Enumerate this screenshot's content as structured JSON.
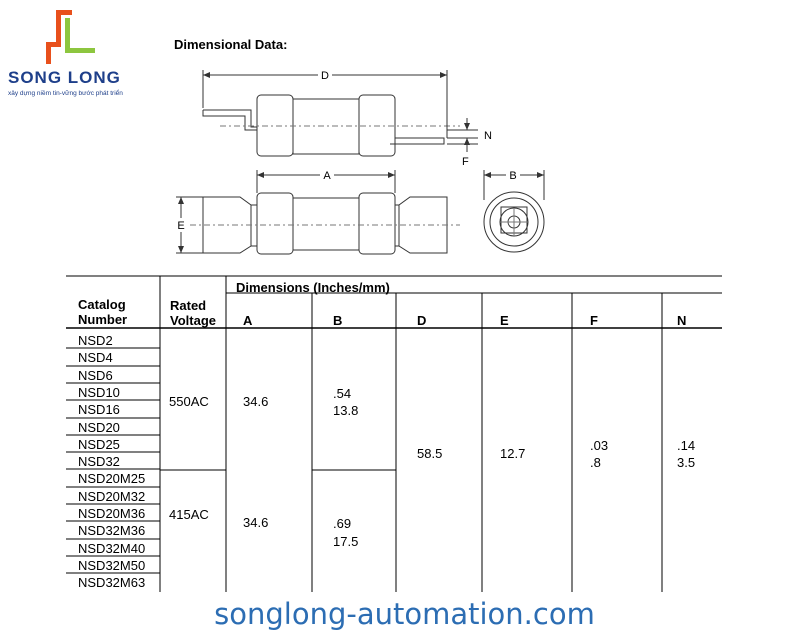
{
  "logo": {
    "brand": "SONG LONG",
    "tagline": "xây dựng niềm tin-vững bước phát triển",
    "colors": {
      "orange": "#e8501c",
      "green": "#8dc63f",
      "blue": "#1e3f8a"
    }
  },
  "section_title": "Dimensional Data:",
  "diagram_labels": {
    "d": "D",
    "n": "N",
    "f": "F",
    "a": "A",
    "b": "B",
    "e": "E"
  },
  "table": {
    "group_header": "Dimensions (Inches/mm)",
    "catalog_header": "Catalog Number",
    "catalog_header_lines": [
      "Catalog",
      "Number"
    ],
    "voltage_header_lines": [
      "Rated",
      "Voltage"
    ],
    "dim_headers": [
      "A",
      "B",
      "D",
      "E",
      "F",
      "N"
    ],
    "catalog_numbers": [
      "NSD2",
      "NSD4",
      "NSD6",
      "NSD10",
      "NSD16",
      "NSD20",
      "NSD25",
      "NSD32",
      "NSD20M25",
      "NSD20M32",
      "NSD20M36",
      "NSD32M36",
      "NSD32M40",
      "NSD32M50",
      "NSD32M63"
    ],
    "groups": [
      {
        "voltage": "550AC",
        "a": "34.6",
        "b_in": ".54",
        "b_mm": "13.8"
      },
      {
        "voltage": "415AC",
        "a": "34.6",
        "b_in": ".69",
        "b_mm": "17.5"
      }
    ],
    "shared": {
      "d": "58.5",
      "e": "12.7",
      "f_in": ".03",
      "f_mm": ".8",
      "n_in": ".14",
      "n_mm": "3.5"
    }
  },
  "footer_url": "songlong-automation.com"
}
